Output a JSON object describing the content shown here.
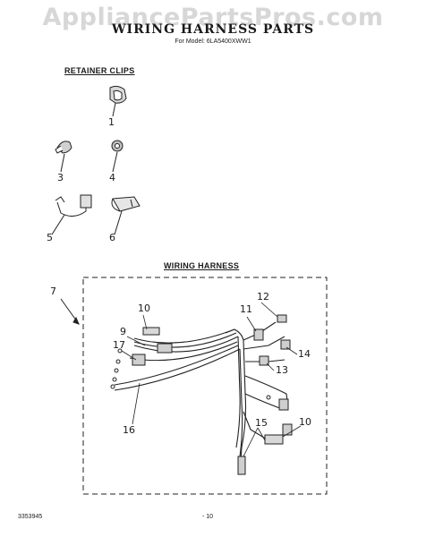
{
  "watermark": "AppliancePartsPros.com",
  "header": {
    "title": "WIRING HARNESS PARTS",
    "model_line": "For Model: 6LA5400XWW1"
  },
  "sections": {
    "retainer_clips": "RETAINER CLIPS",
    "wiring_harness": "WIRING HARNESS"
  },
  "callouts": {
    "c1": "1",
    "c3": "3",
    "c4": "4",
    "c5": "5",
    "c6": "6",
    "c7": "7",
    "c10a": "10",
    "c9": "9",
    "c17": "17",
    "c16": "16",
    "c11": "11",
    "c12": "12",
    "c14": "14",
    "c13": "13",
    "c15": "15",
    "c10b": "10"
  },
  "footer": {
    "doc_number": "3353945",
    "page": "- 10"
  }
}
